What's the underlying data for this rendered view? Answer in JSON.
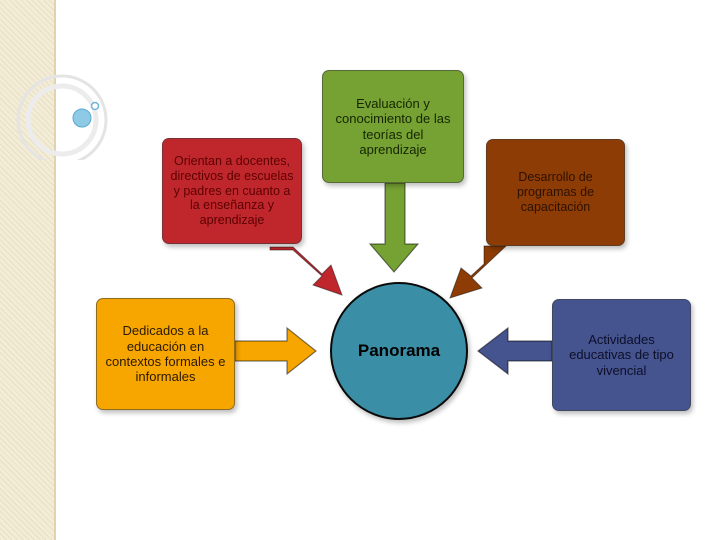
{
  "diagram": {
    "center": {
      "label": "Panorama",
      "color": "#3a8fa6"
    },
    "nodes": [
      {
        "id": "orientan",
        "label": "Orientan a docentes, directivos de escuelas y padres en cuanto a la enseñanza y aprendizaje",
        "color": "#c0272d"
      },
      {
        "id": "evaluacion",
        "label": "Evaluación y conocimiento de las teorías del aprendizaje",
        "color": "#76a133"
      },
      {
        "id": "desarrollo",
        "label": "Desarrollo de programas de capacitación",
        "color": "#8c3c04"
      },
      {
        "id": "dedicados",
        "label": "Dedicados a la educación en contextos formales e informales",
        "color": "#f7a600"
      },
      {
        "id": "actividades",
        "label": "Actividades educativas de tipo vivencial",
        "color": "#45548e"
      }
    ],
    "arrow_colors": {
      "orientan": "#c0272d",
      "evaluacion": "#76a133",
      "desarrollo": "#8c3c04",
      "dedicados": "#f7a600",
      "actividades": "#45548e"
    }
  }
}
